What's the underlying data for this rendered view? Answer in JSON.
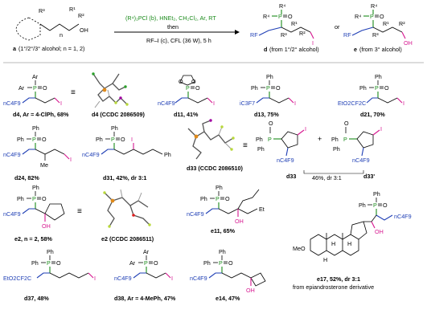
{
  "colors": {
    "rf_blue": "#1f3fb5",
    "p_green": "#1a8a1a",
    "iodo_pink": "#d6168f",
    "oh_pink": "#d6168f"
  },
  "scheme": {
    "substrate_R3": "R³",
    "substrate_R1": "R¹",
    "substrate_R2": "R²",
    "substrate_OH": "OH",
    "substrate_n": "n",
    "substrate_label": "a",
    "substrate_desc": "(1°/2°/3° alcohol; n = 1, 2)",
    "reagent_line1": "(R⁴)₂PCl (b), HNEt₂, CH₂Cl₂, Ar, RT",
    "reagent_then": "then",
    "reagent_line2": "RF–I (c), CFL (36 W), 5 h",
    "or": "or",
    "product_d_label": "d",
    "product_d_desc": "(from 1°/2° alcohol)",
    "product_e_label": "e",
    "product_e_desc": "(from 3° alcohol)",
    "R4": "R⁴",
    "P": "P",
    "O": "O",
    "RF": "RF",
    "I": "I",
    "OH": "OH",
    "R1": "R¹",
    "R2": "R²",
    "R3": "R³"
  },
  "compounds": [
    {
      "id": "d4",
      "caption": "d4, Ar = 4-ClPh, 68%"
    },
    {
      "id": "d4x",
      "caption": "d4 (CCDC 2086509)"
    },
    {
      "id": "d11",
      "caption": "d11, 41%"
    },
    {
      "id": "d13",
      "caption": "d13, 75%"
    },
    {
      "id": "d21",
      "caption": "d21, 70%"
    },
    {
      "id": "d24",
      "caption": "d24, 82%"
    },
    {
      "id": "d31",
      "caption": "d31, 42%, dr 3:1"
    },
    {
      "id": "d33x",
      "caption": "d33 (CCDC 2086510)"
    },
    {
      "id": "d33",
      "caption": "d33"
    },
    {
      "id": "d33p",
      "caption": "d33'"
    },
    {
      "id": "d33mix",
      "caption": "46%, dr 3:1"
    },
    {
      "id": "e2",
      "caption": "e2, n = 2, 58%"
    },
    {
      "id": "e2x",
      "caption": "e2 (CCDC 2086511)"
    },
    {
      "id": "e11",
      "caption": "e11, 65%"
    },
    {
      "id": "e17",
      "caption": "e17, 52%, dr 3:1"
    },
    {
      "id": "e17note",
      "caption": "from epiandrosterone derivative"
    },
    {
      "id": "d37",
      "caption": "d37, 48%"
    },
    {
      "id": "d38",
      "caption": "d38, Ar = 4-MePh, 47%"
    },
    {
      "id": "e14",
      "caption": "e14, 47%"
    }
  ],
  "labels": {
    "Ar": "Ar",
    "Ph": "Ph",
    "P": "P",
    "O": "O",
    "I": "I",
    "OH": "OH",
    "Me": "Me",
    "Et": "Et",
    "n": "n",
    "nC4F9": "nC4F9",
    "iC3F7": "iC3F7",
    "EtO2CCF2C": "EtO2CF2C",
    "MeO": "MeO",
    "H": "H",
    "plus": "+",
    "equiv": "≡",
    "Pr": "Ph"
  }
}
